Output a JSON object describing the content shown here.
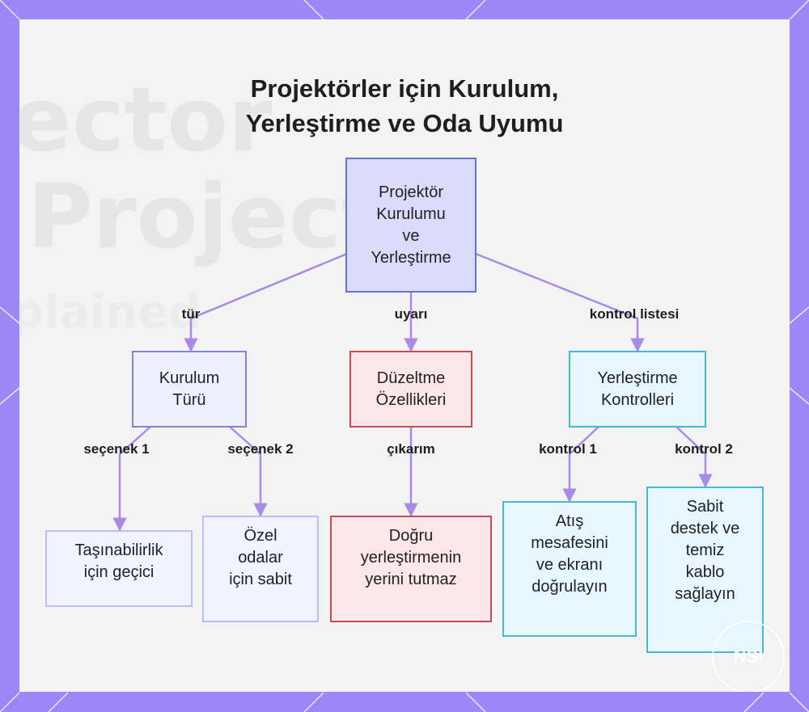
{
  "title": {
    "line1": "Projektörler için Kurulum,",
    "line2": "Yerleştirme ve Oda Uyumu"
  },
  "background_text": {
    "word1": "ector",
    "word2": "Projecto",
    "word3": "plained"
  },
  "nodes": {
    "root": "Projektör\nKurulumu\nve\nYerleştirme",
    "setup_type": "Kurulum\nTürü",
    "correction": "Düzeltme\nÖzellikleri",
    "placement": "Yerleştirme\nKontrolleri",
    "portable": "Taşınabilirlik\niçin geçici",
    "fixed": "Özel\nodalar\niçin sabit",
    "no_replace": "Doğru\nyerleştirmenin\nyerini tutmaz",
    "throw": "Atış\nmesafesini\nve ekranı\ndoğrulayın",
    "mount": "Sabit\ndestek ve\ntemiz\nkablo\nsağlayın"
  },
  "edges": {
    "tur": "tür",
    "uyari": "uyarı",
    "kontrol_listesi": "kontrol listesi",
    "secenek1": "seçenek 1",
    "secenek2": "seçenek 2",
    "cikarim": "çıkarım",
    "kontrol1": "kontrol 1",
    "kontrol2": "kontrol 2"
  },
  "colors": {
    "connector": "#a98be6",
    "frame": "#9b87f5"
  },
  "logo_text": "NSI"
}
